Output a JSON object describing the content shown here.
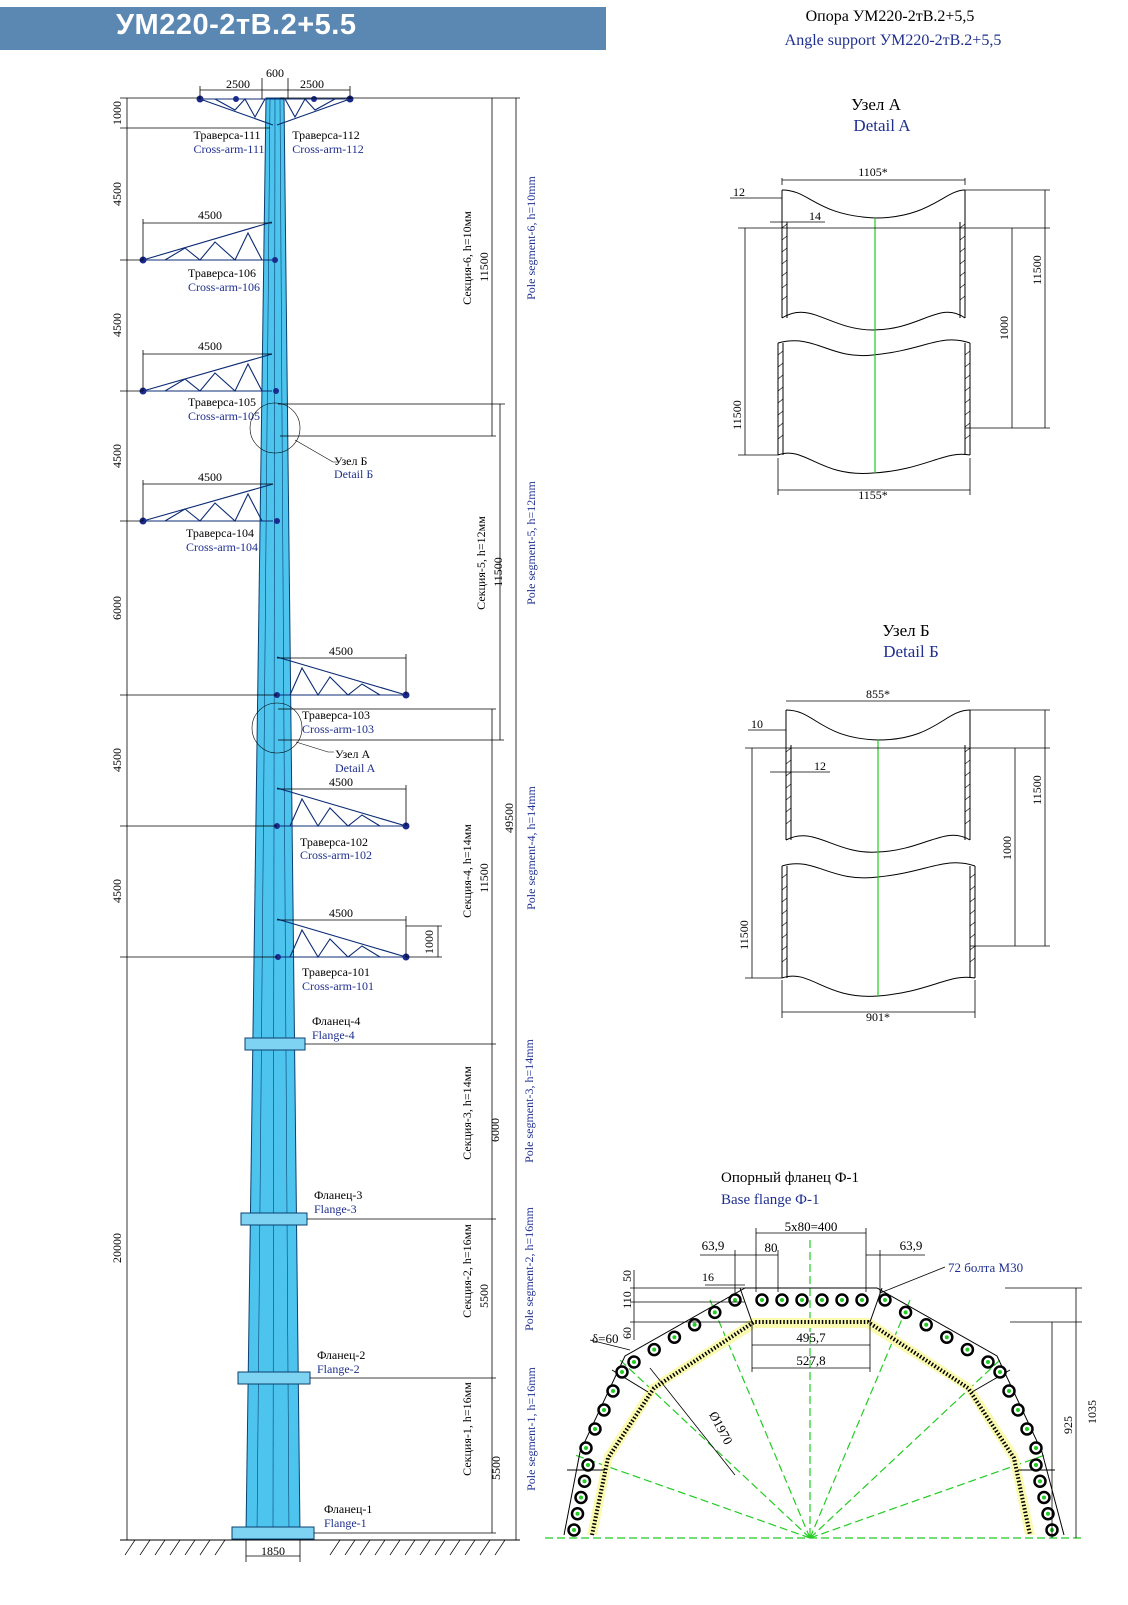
{
  "header": {
    "title": "УМ220-2тВ.2+5.5"
  },
  "sheet_title": {
    "ru": "Опора УМ220-2тВ.2+5,5",
    "en": "Angle support УМ220-2тВ.2+5,5"
  },
  "top_dims": {
    "left": "2500",
    "center": "600",
    "right": "2500"
  },
  "left_dims": [
    "1000",
    "4500",
    "4500",
    "4500",
    "6000",
    "4500",
    "4500",
    "20000"
  ],
  "crossarms": [
    {
      "ru": "Траверса-111",
      "en": "Cross-arm-111",
      "dim": ""
    },
    {
      "ru": "Траверса-112",
      "en": "Cross-arm-112",
      "dim": ""
    },
    {
      "ru": "Траверса-106",
      "en": "Cross-arm-106",
      "dim": "4500"
    },
    {
      "ru": "Траверса-105",
      "en": "Cross-arm-105",
      "dim": "4500"
    },
    {
      "ru": "Траверса-104",
      "en": "Cross-arm-104",
      "dim": "4500"
    },
    {
      "ru": "Траверса-103",
      "en": "Cross-arm-103",
      "dim": "4500"
    },
    {
      "ru": "Траверса-102",
      "en": "Cross-arm-102",
      "dim": "4500"
    },
    {
      "ru": "Траверса-101",
      "en": "Cross-arm-101",
      "dim": "4500"
    }
  ],
  "crossarm_101_height": "1000",
  "flanges": [
    {
      "ru": "Фланец-4",
      "en": "Flange-4"
    },
    {
      "ru": "Фланец-3",
      "en": "Flange-3"
    },
    {
      "ru": "Фланец-2",
      "en": "Flange-2"
    },
    {
      "ru": "Фланец-1",
      "en": "Flange-1"
    }
  ],
  "callouts": {
    "b": {
      "ru": "Узел Б",
      "en": "Detail Б"
    },
    "a": {
      "ru": "Узел А",
      "en": "Detail A"
    }
  },
  "sections": [
    {
      "ru": "Секция-6, h=10мм",
      "en": "Pole segment-6, h=10mm",
      "len": "11500"
    },
    {
      "ru": "Секция-5, h=12мм",
      "en": "Pole segment-5, h=12mm",
      "len": "11500"
    },
    {
      "ru": "Секция-4, h=14мм",
      "en": "Pole segment-4, h=14mm",
      "len": "11500"
    },
    {
      "ru": "Секция-3, h=14мм",
      "en": "Pole segment-3, h=14mm",
      "len": "6000"
    },
    {
      "ru": "Секция-2, h=16мм",
      "en": "Pole segment-2, h=16mm",
      "len": "5500"
    },
    {
      "ru": "Секция-1, h=16мм",
      "en": "Pole segment-1, h=16mm",
      "len": "5500"
    }
  ],
  "total_height": "49500",
  "base_width": "1850",
  "detail_a": {
    "ru": "Узел А",
    "en": "Detail A",
    "top_width": "1105*",
    "bottom_width": "1155*",
    "dim_12": "12",
    "dim_14": "14",
    "overlap": "1000",
    "right_len": "11500",
    "left_len": "11500"
  },
  "detail_b": {
    "ru": "Узел Б",
    "en": "Detail Б",
    "top_width": "855*",
    "bottom_width": "901*",
    "dim_10": "10",
    "dim_12": "12",
    "overlap": "1000",
    "right_len": "11500",
    "left_len": "11500"
  },
  "base_flange": {
    "ru": "Опорный фланец Ф-1",
    "en": "Base flange Ф-1",
    "bolt_spacing": "5x80=400",
    "dim_80": "80",
    "left_edge": "63,9",
    "right_edge": "63,9",
    "dim_16": "16",
    "bolts_note": "72 болта М30",
    "thickness": "δ=60",
    "d50": "50",
    "d110": "110",
    "d60": "60",
    "inner_width": "495,7",
    "outer_width": "527,8",
    "diameter": "Ø1970",
    "h1035": "1035",
    "h925": "925"
  },
  "colors": {
    "header": "#5b87b3",
    "pole": "#4cc4ee",
    "english_text": "#1f2f8f",
    "axis": "#22cc22"
  }
}
